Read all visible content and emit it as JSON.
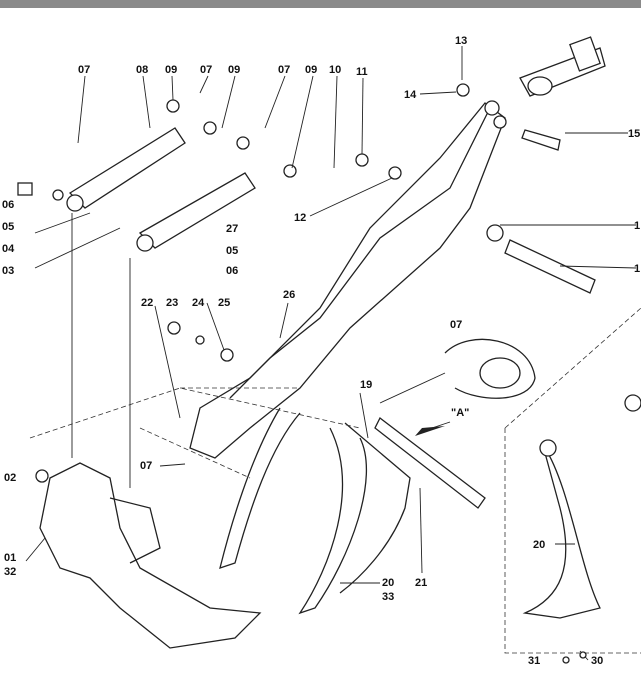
{
  "diagram": {
    "labels": [
      {
        "id": "l07a",
        "text": "07"
      },
      {
        "id": "l08",
        "text": "08"
      },
      {
        "id": "l09a",
        "text": "09"
      },
      {
        "id": "l07b",
        "text": "07"
      },
      {
        "id": "l09b",
        "text": "09"
      },
      {
        "id": "l07c",
        "text": "07"
      },
      {
        "id": "l09c",
        "text": "09"
      },
      {
        "id": "l10",
        "text": "10"
      },
      {
        "id": "l11",
        "text": "11"
      },
      {
        "id": "l13",
        "text": "13"
      },
      {
        "id": "l14",
        "text": "14"
      },
      {
        "id": "l15",
        "text": "15"
      },
      {
        "id": "l12",
        "text": "12"
      },
      {
        "id": "l06a",
        "text": "06"
      },
      {
        "id": "l05a",
        "text": "05"
      },
      {
        "id": "l04",
        "text": "04"
      },
      {
        "id": "l03",
        "text": "03"
      },
      {
        "id": "l27",
        "text": "27"
      },
      {
        "id": "l05b",
        "text": "05"
      },
      {
        "id": "l06b",
        "text": "06"
      },
      {
        "id": "l1a",
        "text": "1"
      },
      {
        "id": "l1b",
        "text": "1"
      },
      {
        "id": "l22",
        "text": "22"
      },
      {
        "id": "l23",
        "text": "23"
      },
      {
        "id": "l24",
        "text": "24"
      },
      {
        "id": "l25",
        "text": "25"
      },
      {
        "id": "l26",
        "text": "26"
      },
      {
        "id": "l07d",
        "text": "07"
      },
      {
        "id": "l19",
        "text": "19"
      },
      {
        "id": "lA",
        "text": "\"A\""
      },
      {
        "id": "l07e",
        "text": "07"
      },
      {
        "id": "l02",
        "text": "02"
      },
      {
        "id": "l01",
        "text": "01"
      },
      {
        "id": "l32",
        "text": "32"
      },
      {
        "id": "l20a",
        "text": "20"
      },
      {
        "id": "l33",
        "text": "33"
      },
      {
        "id": "l21",
        "text": "21"
      },
      {
        "id": "l20b",
        "text": "20"
      },
      {
        "id": "l31",
        "text": "31"
      },
      {
        "id": "l30",
        "text": "30"
      }
    ]
  }
}
